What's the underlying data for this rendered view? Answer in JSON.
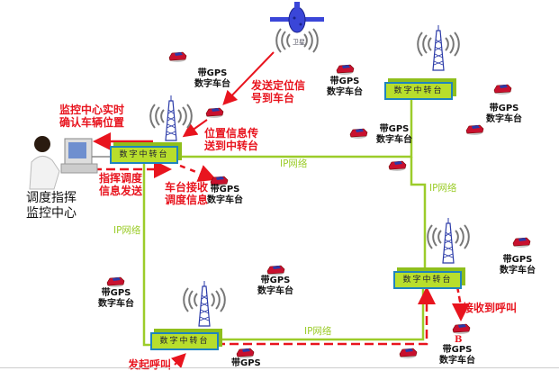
{
  "title": "GPS数字车台调度监控网络示意图",
  "satellite": {
    "label": "卫星"
  },
  "control_center": {
    "label_line1": "调度指挥",
    "label_line2": "监控中心"
  },
  "annotations": {
    "send_position": [
      "发送定位信",
      "号到车台"
    ],
    "confirm_position": [
      "监控中心实时",
      "确认车辆位置"
    ],
    "position_to_relay": [
      "位置信息传",
      "送到中转台"
    ],
    "dispatch_send": [
      "指挥调度",
      "信息发送"
    ],
    "vehicle_receive": [
      "车台接收",
      "调度信息"
    ],
    "initiate_call": "发起呼叫",
    "receive_call": "接收到呼叫",
    "vehicle_b": "B"
  },
  "relay_label": "数字中转台",
  "network_label": "IP网络",
  "vehicle_label": [
    "带GPS",
    "数字车台"
  ],
  "colors": {
    "network_line": "#9ccc2a",
    "arrow": "#e8141e",
    "relay_fill": "#b8de2c",
    "relay_border": "#1f84bf",
    "tower": "#2a3aa8",
    "satellite": "#3a46d8",
    "car": "#c8102e"
  }
}
